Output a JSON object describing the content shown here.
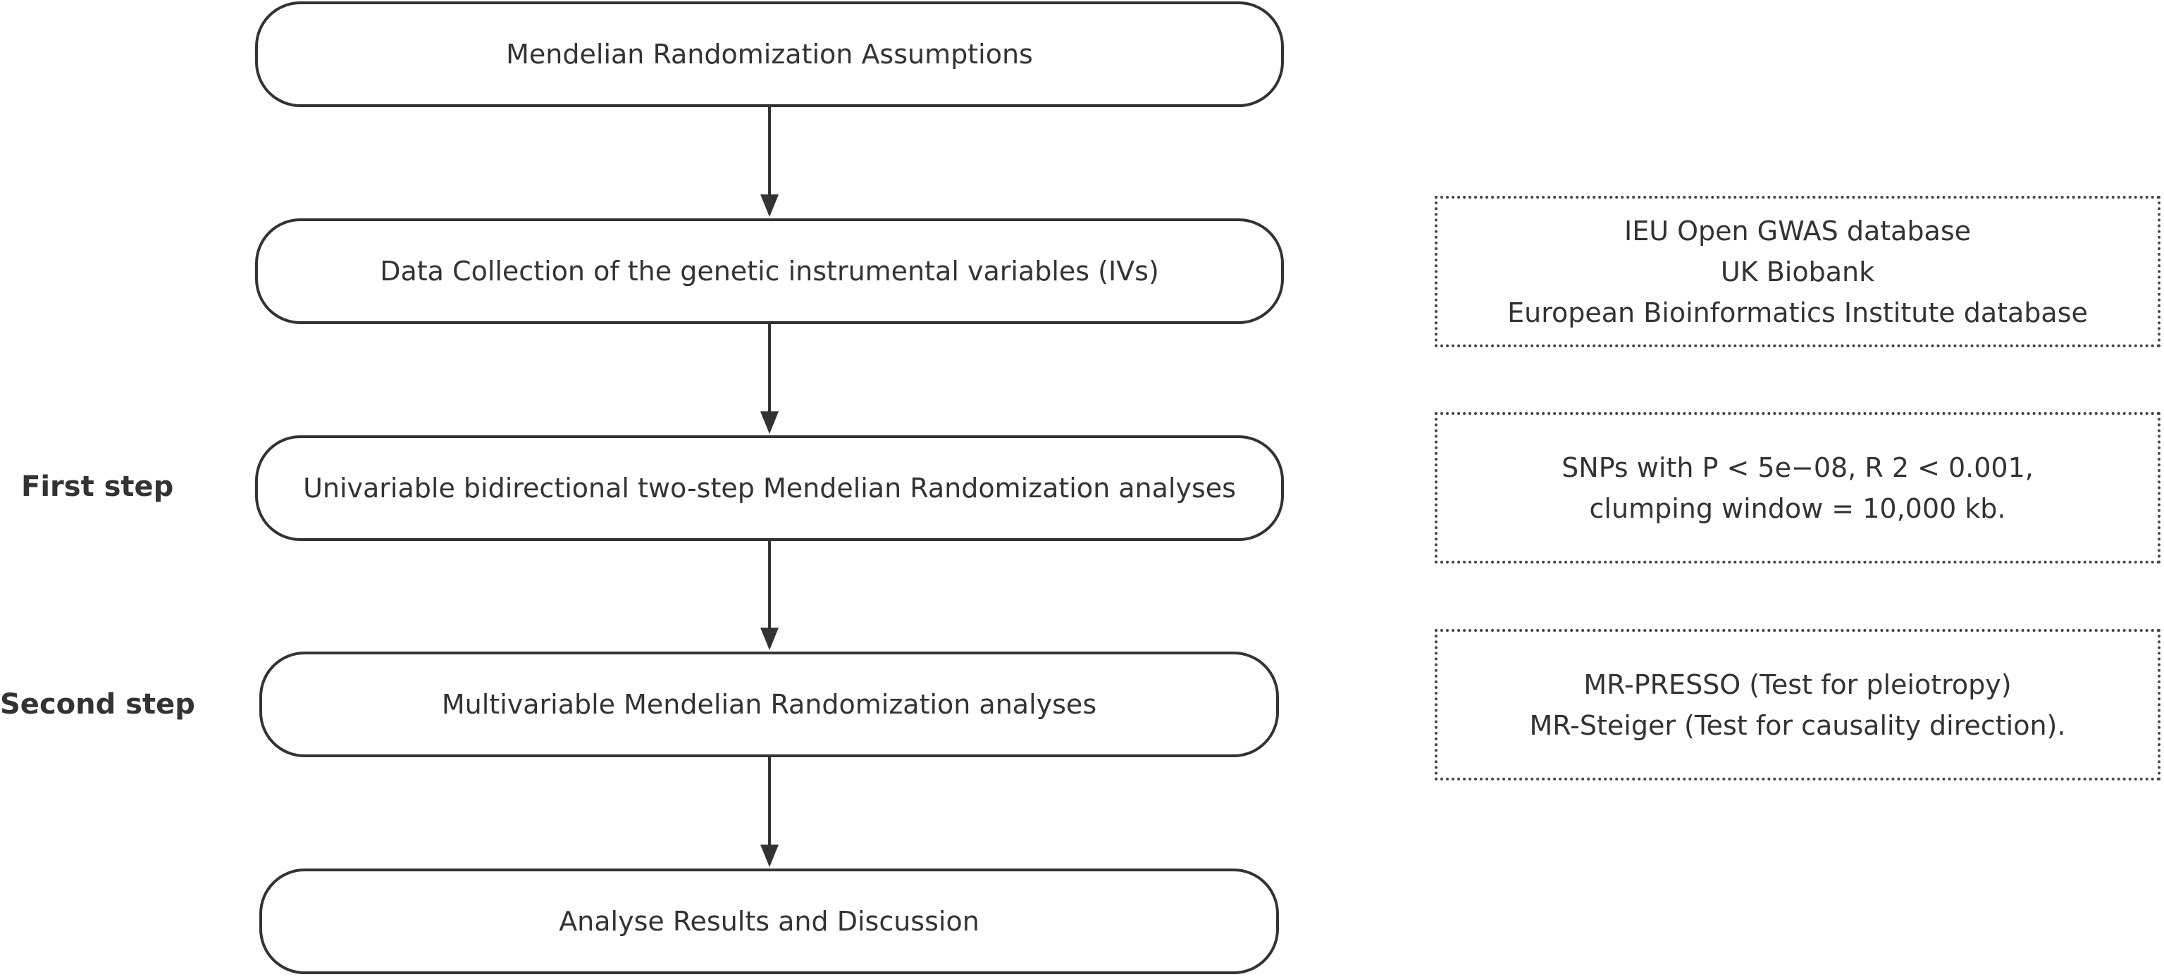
{
  "steps": [
    {
      "label": "Mendelian Randomization Assumptions"
    },
    {
      "label": "Data Collection of the genetic instrumental variables (IVs)"
    },
    {
      "label": "Univariable bidirectional two-step Mendelian Randomization analyses"
    },
    {
      "label": "Multivariable Mendelian Randomization analyses"
    },
    {
      "label": "Analyse Results and Discussion"
    }
  ],
  "side_labels": {
    "first": "First step",
    "second": "Second step"
  },
  "notes": {
    "data_sources": [
      "IEU Open GWAS database",
      "UK Biobank",
      "European Bioinformatics Institute database"
    ],
    "snp_criteria": [
      "SNPs with P < 5e−08, R 2 < 0.001,",
      "clumping window = 10,000 kb."
    ],
    "sensitivity_tests": [
      "MR-PRESSO (Test for pleiotropy)",
      "MR-Steiger (Test for causality direction)."
    ]
  },
  "colors": {
    "stroke": "#333333",
    "background": "#ffffff"
  }
}
